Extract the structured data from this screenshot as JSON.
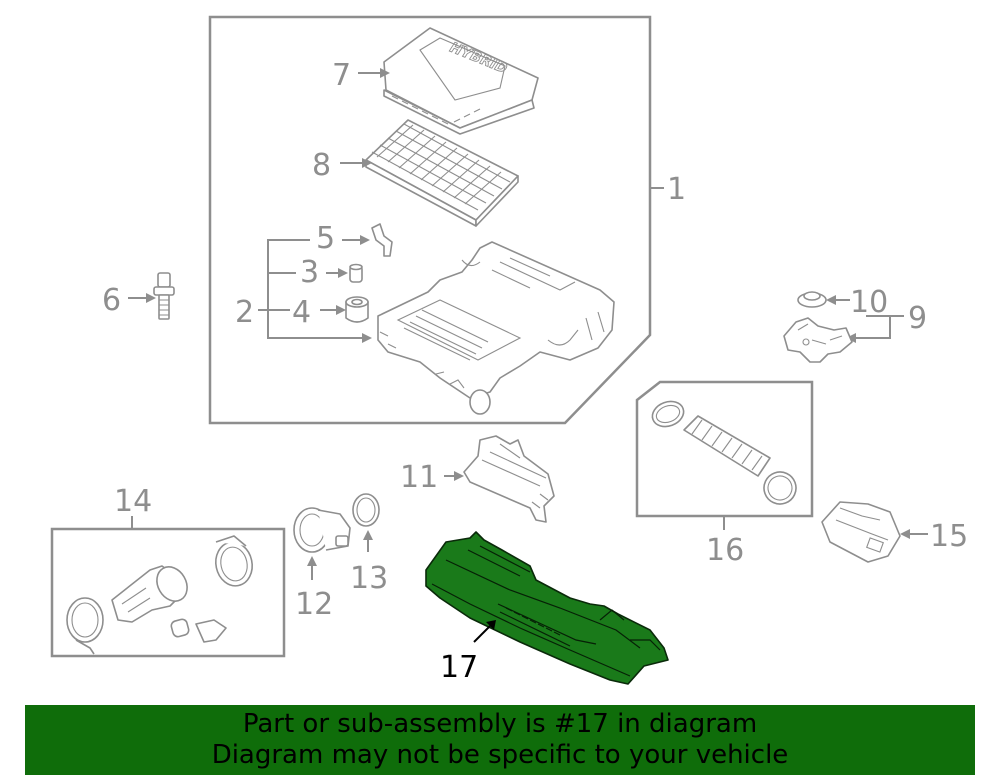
{
  "callouts": {
    "c1": "1",
    "c2": "2",
    "c3": "3",
    "c4": "4",
    "c5": "5",
    "c6": "6",
    "c7": "7",
    "c8": "8",
    "c9": "9",
    "c10": "10",
    "c11": "11",
    "c12": "12",
    "c13": "13",
    "c14": "14",
    "c15": "15",
    "c16": "16",
    "c17": "17"
  },
  "cover_text": "HYBRID",
  "highlighted_part": "17",
  "colors": {
    "line": "#8e8e8e",
    "highlight": "#1a7a1a",
    "banner": "#0f6d0a"
  },
  "banner": {
    "line1": "Part or sub-assembly is #17 in diagram",
    "line2": "Diagram may not be specific to your vehicle"
  }
}
